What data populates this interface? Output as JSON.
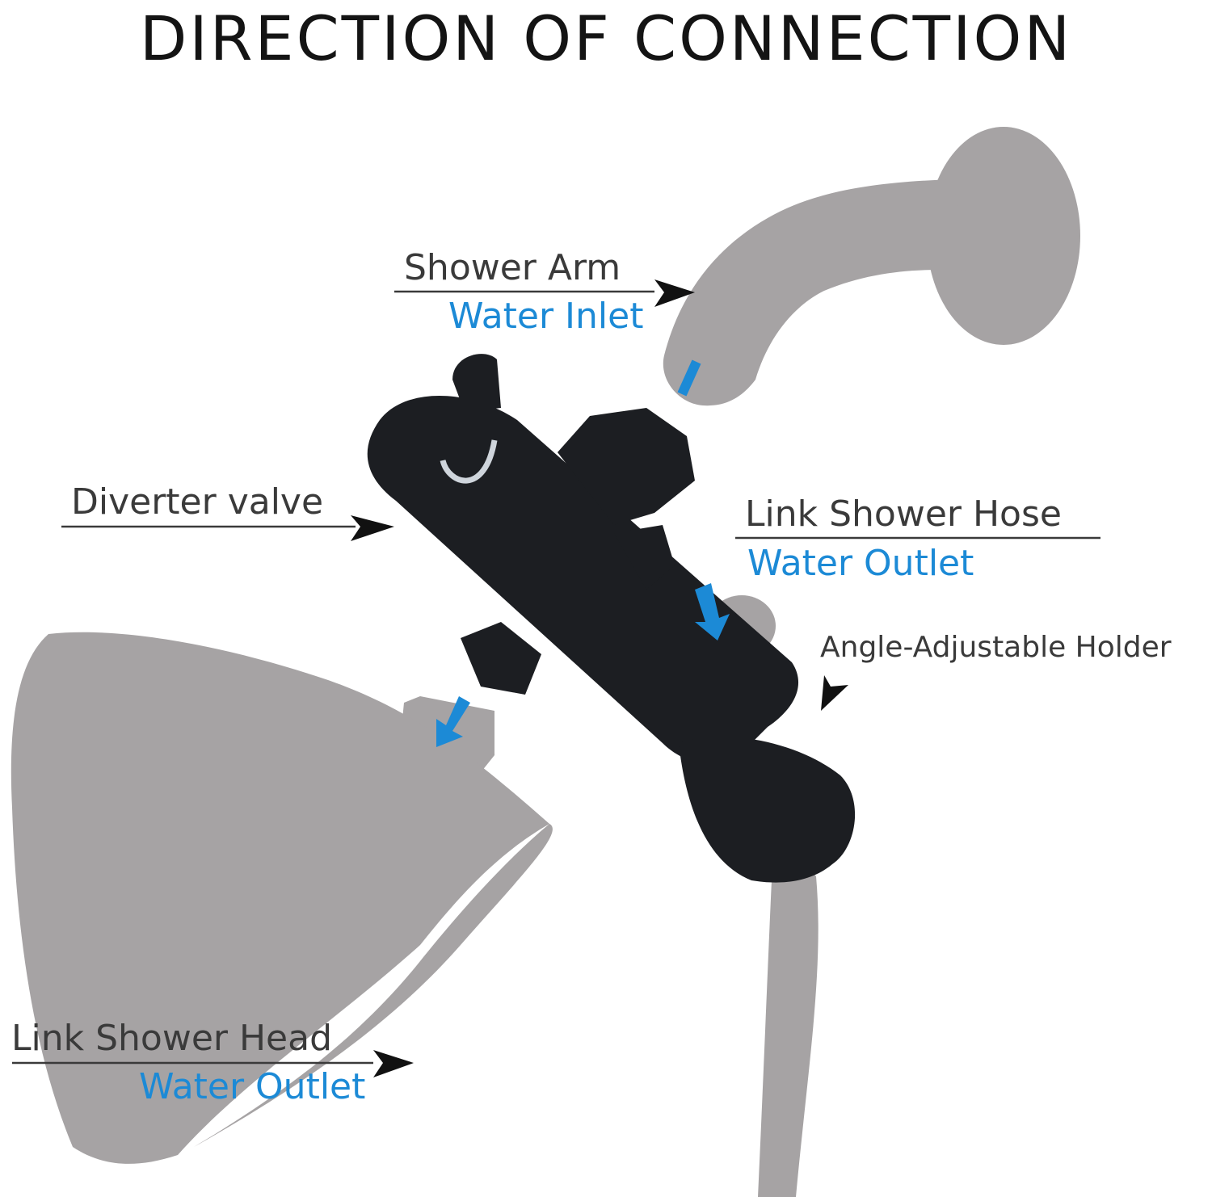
{
  "title": "DIRECTION OF CONNECTION",
  "labels": {
    "shower_arm": "Shower Arm",
    "shower_arm_sub": "Water Inlet",
    "diverter_valve": "Diverter valve",
    "link_hose": "Link Shower Hose",
    "link_hose_sub": "Water Outlet",
    "holder": "Angle-Adjustable Holder",
    "link_head": "Link Shower Head",
    "link_head_sub": "Water Outlet"
  },
  "colors": {
    "text": "#3a3a3a",
    "accent_blue": "#1c8ad6",
    "part_gray": "#a6a3a4",
    "valve_black": "#1c1e22"
  }
}
